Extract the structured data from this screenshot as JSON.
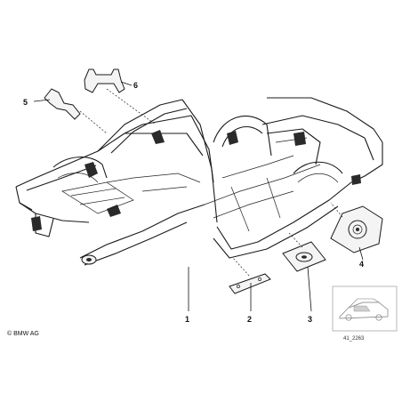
{
  "callouts": [
    {
      "id": "1",
      "label": "1"
    },
    {
      "id": "2",
      "label": "2"
    },
    {
      "id": "3",
      "label": "3"
    },
    {
      "id": "4",
      "label": "4"
    },
    {
      "id": "5",
      "label": "5"
    },
    {
      "id": "6",
      "label": "6"
    }
  ],
  "thumbnail": {
    "ref_code": "41_2263"
  },
  "copyright": "© BMW AG"
}
